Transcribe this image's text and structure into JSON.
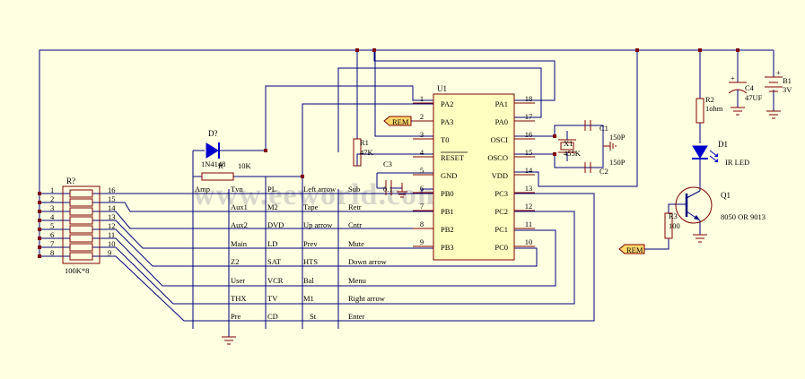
{
  "watermark": "www.eeworld.com.cn",
  "ic": {
    "ref": "U1",
    "left_pins": [
      {
        "num": "1",
        "name": "PA2"
      },
      {
        "num": "2",
        "name": "PA3"
      },
      {
        "num": "3",
        "name": "T0"
      },
      {
        "num": "4",
        "name": "RESET"
      },
      {
        "num": "5",
        "name": "GND"
      },
      {
        "num": "6",
        "name": "PB0"
      },
      {
        "num": "7",
        "name": "PB1"
      },
      {
        "num": "8",
        "name": "PB2"
      },
      {
        "num": "9",
        "name": "PB3"
      }
    ],
    "right_pins": [
      {
        "num": "18",
        "name": "PA1"
      },
      {
        "num": "17",
        "name": "PA0"
      },
      {
        "num": "16",
        "name": "OSCI"
      },
      {
        "num": "15",
        "name": "OSCO"
      },
      {
        "num": "14",
        "name": "VDD"
      },
      {
        "num": "13",
        "name": "PC3"
      },
      {
        "num": "12",
        "name": "PC2"
      },
      {
        "num": "11",
        "name": "PC1"
      },
      {
        "num": "10",
        "name": "PC0"
      }
    ]
  },
  "rpack": {
    "ref": "R?",
    "value": "100K*8",
    "left_pins": [
      "1",
      "2",
      "3",
      "4",
      "5",
      "6",
      "7",
      "8"
    ],
    "right_pins": [
      "16",
      "15",
      "14",
      "13",
      "12",
      "11",
      "10",
      "9"
    ]
  },
  "parts": {
    "diode_ref": "D?",
    "diode_value": "1N4148",
    "res_top_ref": "R",
    "res_top_value": "10K",
    "r1_ref": "R1",
    "r1_value": "47K",
    "c3_ref": "C3",
    "c3_value": "0.1",
    "c1_ref": "C1",
    "c1_value": "150P",
    "c2_ref": "C2",
    "c2_value": "150P",
    "x1_ref": "X1",
    "x1_value": "455K",
    "r2_ref": "R2",
    "r2_value": "1ohm",
    "c4_ref": "C4",
    "c4_value": "47UF",
    "b1_ref": "B1",
    "b1_value": "3V",
    "c4_plus": "+",
    "b1_plus": "+",
    "d1_ref": "D1",
    "d1_value": "IR LED",
    "q1_ref": "Q1",
    "q1_value": "8050 OR 9013",
    "r3_ref": "R3",
    "r3_value": "100",
    "netflag_rem": "REM"
  },
  "matrix": {
    "rows": [
      [
        "Amp",
        "Tvn",
        "PL",
        "Left arrow",
        "Sub"
      ],
      [
        "",
        "Aux1",
        "M2",
        "Tape",
        "Retr"
      ],
      [
        "",
        "Aux2",
        "DVD",
        "Up arrow",
        "Cntr"
      ],
      [
        "",
        "Main",
        "LD",
        "Prev",
        "Mute"
      ],
      [
        "",
        "Z2",
        "SAT",
        "HTS",
        "Down arrow"
      ],
      [
        "",
        "User",
        "VCR",
        "Bal",
        "Menu"
      ],
      [
        "",
        "THX",
        "TV",
        "M1",
        "Right arrow"
      ],
      [
        "",
        "Pre",
        "CD",
        "St",
        "Enter"
      ]
    ]
  }
}
